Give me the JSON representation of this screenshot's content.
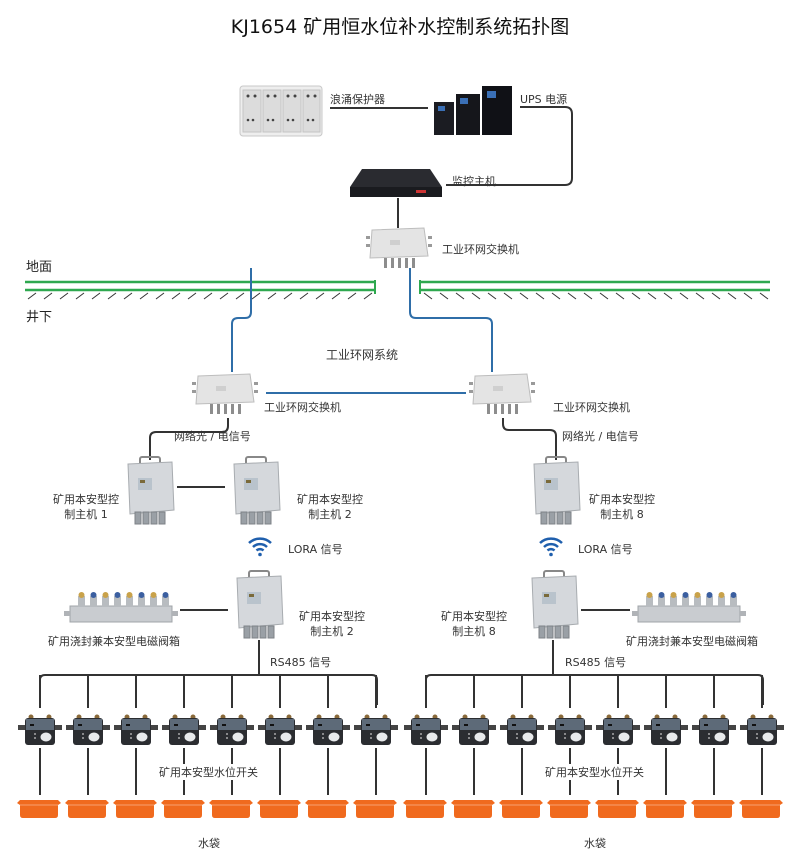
{
  "title": "KJ1654 矿用恒水位补水控制系统拓扑图",
  "surface": {
    "ground_label": "地面",
    "underground_label": "井下",
    "surge_protector": "浪涌保护器",
    "ups": "UPS 电源",
    "monitor_host": "监控主机",
    "surface_switch": "工业环网交换机"
  },
  "ring_network": {
    "label": "工业环网系统",
    "left_switch": "工业环网交换机",
    "right_switch": "工业环网交换机",
    "left_signal": "网络光 / 电信号",
    "right_signal": "网络光 / 电信号"
  },
  "left_branch": {
    "host1_line1": "矿用本安型控",
    "host1_line2": "制主机 1",
    "host2_line1": "矿用本安型控",
    "host2_line2": "制主机 2",
    "lora": "LORA 信号",
    "host2b_line1": "矿用本安型控",
    "host2b_line2": "制主机 2",
    "valve_box": "矿用浇封兼本安型电磁阀箱",
    "rs485": "RS485 信号",
    "switches_label": "矿用本安型水位开关",
    "bags_label": "水袋",
    "switch_count": 8,
    "bag_count": 8
  },
  "right_branch": {
    "host8_line1": "矿用本安型控",
    "host8_line2": "制主机 8",
    "lora": "LORA 信号",
    "host8b_line1": "矿用本安型控",
    "host8b_line2": "制主机 8",
    "valve_box": "矿用浇封兼本安型电磁阀箱",
    "rs485": "RS485 信号",
    "switches_label": "矿用本安型水位开关",
    "bags_label": "水袋",
    "switch_count": 8,
    "bag_count": 8
  },
  "colors": {
    "ground_green": "#2ea84f",
    "ring_blue": "#2f6ea8",
    "wire": "#333333",
    "bag_orange": "#f06a1e",
    "wifi_blue": "#1f5fad"
  }
}
